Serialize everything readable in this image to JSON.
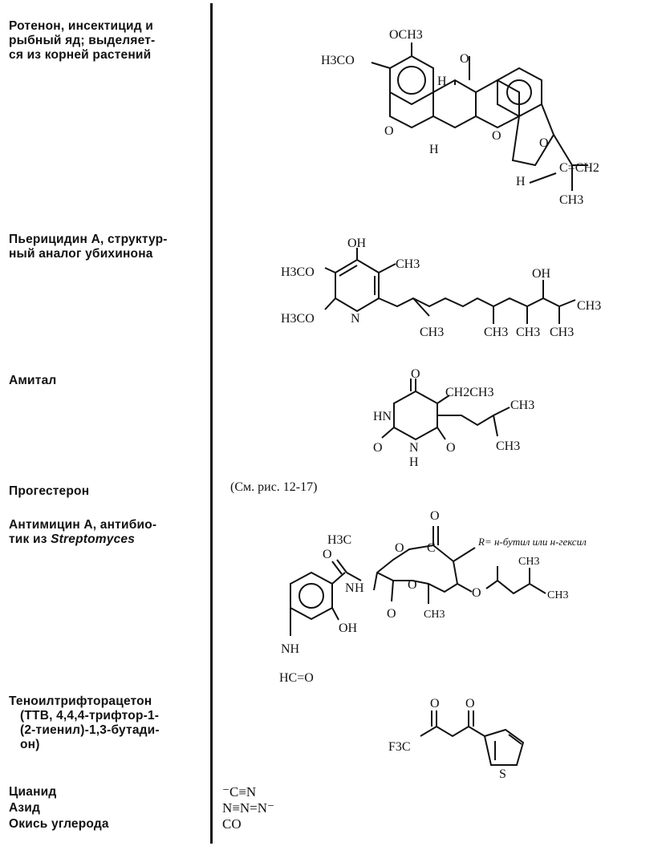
{
  "rotenone": {
    "name": "Ротенон, инсектицид и рыбный яд; выделяет-ся из корней растений",
    "line1": "Ротенон, инсектицид и",
    "line2": "рыбный яд; выделяет-",
    "line3": "ся из корней растений",
    "atoms": {
      "och3": "OCH3",
      "h3co": "H3CO",
      "h_top": "H",
      "h_bottom": "H",
      "o_ring1": "O",
      "o_ring2": "O",
      "o_furan": "O",
      "o_keto": "O",
      "h_iso": "H",
      "ch2": "C=CH2",
      "ch3": "CH3"
    }
  },
  "piericidin": {
    "line1": "Пьерицидин А, структур-",
    "line2": "ный аналог убихинона",
    "atoms": {
      "oh": "OH",
      "ch3_ring": "CH3",
      "h3co_1": "H3CO",
      "h3co_2": "H3CO",
      "n": "N",
      "ch3_a": "CH3",
      "ch3_b": "CH3",
      "ch3_c": "CH3",
      "ch3_d": "CH3",
      "oh2": "OH",
      "ch3_end": "CH3"
    }
  },
  "amytal": {
    "line1": "Амитал",
    "atoms": {
      "o1": "O",
      "ch2ch3": "CH2CH3",
      "hn": "HN",
      "ch3_a": "CH3",
      "ch3_b": "CH3",
      "o2": "O",
      "nh": "N",
      "h": "H",
      "o3": "O"
    }
  },
  "progesterone": {
    "line1": "Прогестерон",
    "reference": "(См. рис. 12-17)"
  },
  "antimycin": {
    "line1": "Антимицин А, антибио-",
    "line2_pre": "тик из ",
    "line2_it": "Streptomyces",
    "atoms": {
      "o_top": "O",
      "h3c": "H3C",
      "o_ring": "O",
      "c": "C",
      "r_label": "R= н-бутил  или  н-гексил",
      "o_amide": "O",
      "nh": "N",
      "h": "H",
      "o_ester": "O",
      "o2": "O",
      "o3": "O",
      "ch3_a": "CH3",
      "ch3_b": "CH3",
      "ch3_c": "CH3",
      "oh": "OH",
      "nh2": "NH",
      "hco": "HC=O"
    }
  },
  "ttb": {
    "line1": "Теноилтрифторацетон",
    "line2": "(ТТВ, 4,4,4-трифтор-1-",
    "line3": "(2-тиенил)-1,3-бутади-",
    "line4": "он)",
    "atoms": {
      "o1": "O",
      "o2": "O",
      "f3c": "F3C",
      "s": "S"
    }
  },
  "small": {
    "cyanide_label": "Цианид",
    "azide_label": "Азид",
    "co_label": "Окись углерода",
    "cyanide_formula": "⁻C≡N",
    "azide_formula": "N≡N=N⁻",
    "co_formula": "CO"
  }
}
